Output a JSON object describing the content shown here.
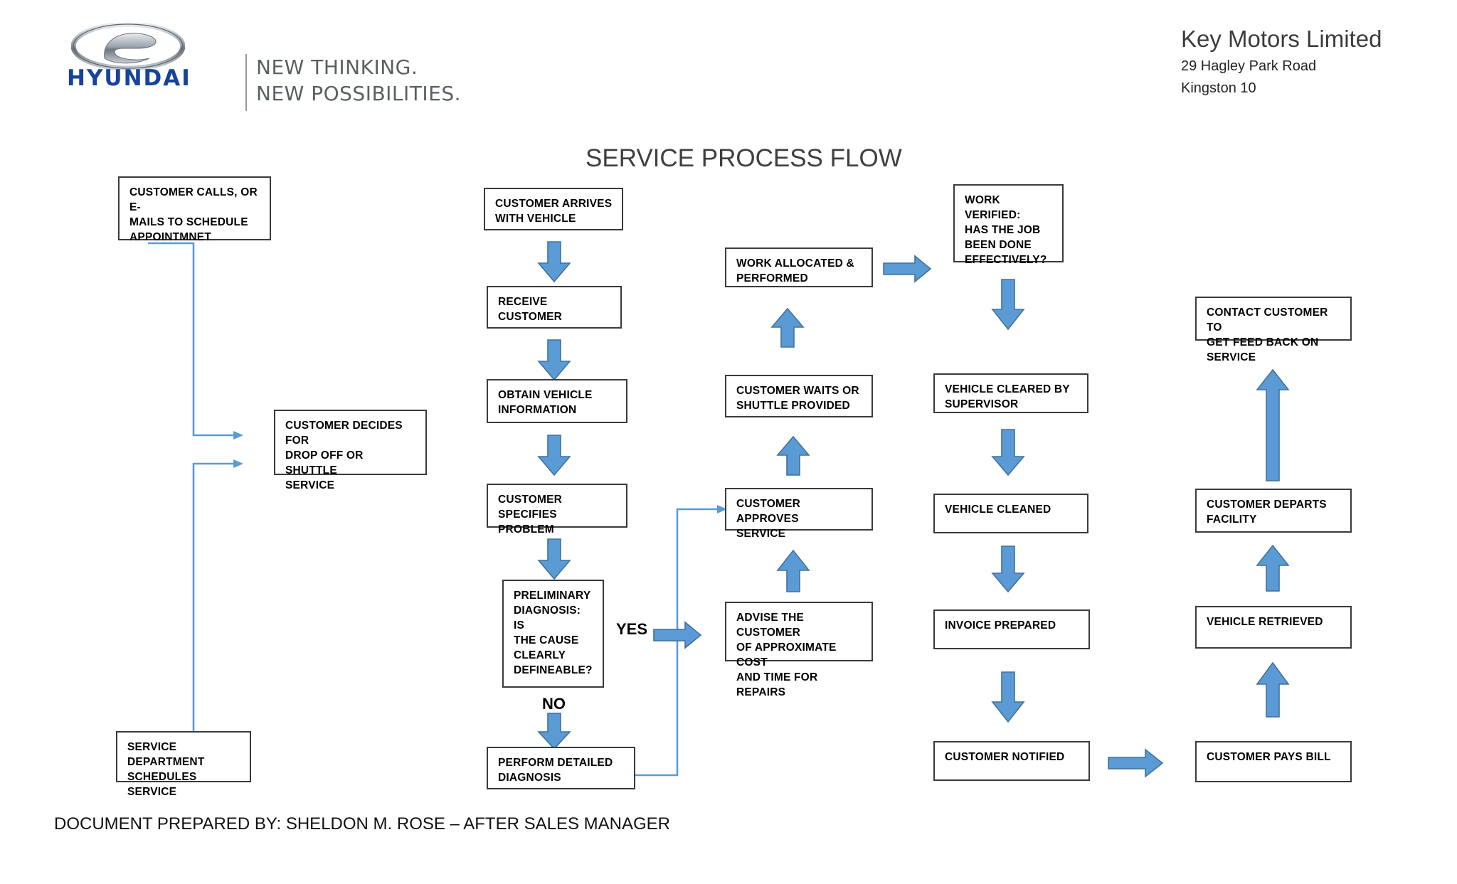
{
  "header": {
    "brand_word": "HYUNDAI",
    "tagline_line1": "NEW THINKING.",
    "tagline_line2": "NEW POSSIBILITIES.",
    "company": "Key Motors Limited",
    "address_line1": "29 Hagley Park Road",
    "address_line2": "Kingston 10"
  },
  "title": "SERVICE PROCESS FLOW",
  "footer": "DOCUMENT PREPARED  BY: SHELDON M. ROSE – AFTER SALES MANAGER",
  "colors": {
    "arrow_fill": "#5B9BD5",
    "arrow_stroke": "#41719C",
    "connector": "#5B9BD5",
    "box_border": "#3A3A3A",
    "brand_blue": "#16449B",
    "title_gray": "#3F3F3F"
  },
  "labels": {
    "yes": "YES",
    "no": "NO"
  },
  "nodes": [
    {
      "id": "customer-calls",
      "text": "CUSTOMER CALLS, OR E-MAILS TO SCHEDULE APPOINTMNET"
    },
    {
      "id": "customer-decides",
      "text": "CUSTOMER DECIDES FOR DROP OFF OR SHUTTLE SERVICE"
    },
    {
      "id": "service-dept-schedules",
      "text": "SERVICE DEPARTMENT SCHEDULES SERVICE"
    },
    {
      "id": "customer-arrives",
      "text": "CUSTOMER ARRIVES WITH VEHICLE"
    },
    {
      "id": "receive-customer",
      "text": "RECEIVE CUSTOMER"
    },
    {
      "id": "obtain-vehicle-info",
      "text": "OBTAIN VEHICLE INFORMATION"
    },
    {
      "id": "customer-specifies",
      "text": "CUSTOMER SPECIFIES PROBLEM"
    },
    {
      "id": "preliminary-diagnosis",
      "text": "PRELIMINARY DIAGNOSIS: IS THE CAUSE CLEARLY DEFINEABLE?"
    },
    {
      "id": "perform-detailed-diag",
      "text": "PERFORM DETAILED DIAGNOSIS"
    },
    {
      "id": "work-allocated",
      "text": "WORK ALLOCATED & PERFORMED"
    },
    {
      "id": "customer-waits",
      "text": "CUSTOMER WAITS OR SHUTTLE PROVIDED"
    },
    {
      "id": "customer-approves",
      "text": "CUSTOMER APPROVES SERVICE"
    },
    {
      "id": "advise-customer",
      "text": "ADVISE THE CUSTOMER OF APPROXIMATE COST AND TIME FOR REPAIRS"
    },
    {
      "id": "work-verified",
      "text": "WORK VERIFIED: HAS THE JOB BEEN DONE EFFECTIVELY?"
    },
    {
      "id": "vehicle-cleared",
      "text": "VEHICLE CLEARED BY SUPERVISOR"
    },
    {
      "id": "vehicle-cleaned",
      "text": "VEHICLE CLEANED"
    },
    {
      "id": "invoice-prepared",
      "text": "INVOICE PREPARED"
    },
    {
      "id": "customer-notified",
      "text": "CUSTOMER NOTIFIED"
    },
    {
      "id": "contact-customer",
      "text": "CONTACT CUSTOMER TO GET FEED BACK ON SERVICE"
    },
    {
      "id": "customer-departs",
      "text": "CUSTOMER DEPARTS FACILITY"
    },
    {
      "id": "vehicle-retrieved",
      "text": "VEHICLE RETRIEVED"
    },
    {
      "id": "customer-pays-bill",
      "text": "CUSTOMER PAYS BILL"
    }
  ],
  "node_text": {
    "customer_calls_l1": "CUSTOMER CALLS, OR E-",
    "customer_calls_l2": "MAILS TO SCHEDULE",
    "customer_calls_l3": "APPOINTMNET",
    "customer_decides_l1": "CUSTOMER DECIDES FOR",
    "customer_decides_l2": "DROP OFF OR SHUTTLE",
    "customer_decides_l3": "SERVICE",
    "service_dept_l1": "SERVICE DEPARTMENT",
    "service_dept_l2": "SCHEDULES SERVICE",
    "customer_arrives_l1": "CUSTOMER ARRIVES",
    "customer_arrives_l2": "WITH VEHICLE",
    "receive_customer_l1": "RECEIVE CUSTOMER",
    "obtain_info_l1": "OBTAIN VEHICLE",
    "obtain_info_l2": "INFORMATION",
    "specifies_l1": "CUSTOMER SPECIFIES",
    "specifies_l2": "PROBLEM",
    "prelim_l1": "PRELIMINARY",
    "prelim_l2": "DIAGNOSIS: IS",
    "prelim_l3": "THE CAUSE",
    "prelim_l4": "CLEARLY",
    "prelim_l5": "DEFINEABLE?",
    "detailed_l1": "PERFORM DETAILED",
    "detailed_l2": "DIAGNOSIS",
    "work_alloc_l1": "WORK ALLOCATED &",
    "work_alloc_l2": "PERFORMED",
    "waits_l1": "CUSTOMER WAITS OR",
    "waits_l2": "SHUTTLE PROVIDED",
    "approves_l1": "CUSTOMER APPROVES",
    "approves_l2": "SERVICE",
    "advise_l1": "ADVISE THE CUSTOMER",
    "advise_l2": "OF APPROXIMATE COST",
    "advise_l3": "AND TIME FOR REPAIRS",
    "verified_l1": "WORK VERIFIED:",
    "verified_l2": "HAS THE JOB",
    "verified_l3": "BEEN DONE",
    "verified_l4": "EFFECTIVELY?",
    "cleared_l1": "VEHICLE CLEARED BY",
    "cleared_l2": "SUPERVISOR",
    "cleaned_l1": "VEHICLE CLEANED",
    "invoice_l1": "INVOICE PREPARED",
    "notified_l1": "CUSTOMER NOTIFIED",
    "contact_l1": "CONTACT CUSTOMER TO",
    "contact_l2": "GET FEED BACK ON SERVICE",
    "departs_l1": "CUSTOMER DEPARTS",
    "departs_l2": "FACILITY",
    "retrieved_l1": "VEHICLE RETRIEVED",
    "pays_l1": "CUSTOMER PAYS BILL"
  }
}
